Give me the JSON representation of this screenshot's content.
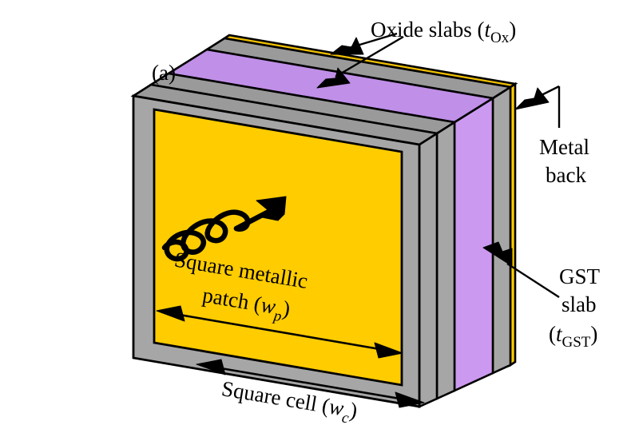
{
  "figure": {
    "panel_label": "(a)",
    "background_color": "#ffffff"
  },
  "colors": {
    "metal_patch_yellow": "#FFCC00",
    "metal_patch_yellow_top": "#F0BF00",
    "gst_purple": "#CC99F0",
    "gst_purple_top": "#C08FE8",
    "oxide_gray": "#A6A6A6",
    "oxide_gray_top": "#9A9A9A",
    "oxide_gray_dark": "#8F8F8F",
    "metal_back_yellow": "#FFCC00",
    "outline_black": "#000000"
  },
  "labels": {
    "oxide": {
      "line1": "Oxide slabs (",
      "symbol": "t",
      "subscript": "Ox",
      "close": ")",
      "full_text": "Oxide slabs (tOx)"
    },
    "metal_back": {
      "line1": "Metal",
      "line2": "back",
      "full_text": "Metal back"
    },
    "gst": {
      "line1": "GST",
      "line2": "slab",
      "open": "(",
      "symbol": "t",
      "subscript": "GST",
      "close": ")",
      "full_text": "GST slab (tGST)"
    },
    "patch": {
      "line1": "Square metallic",
      "line2_prefix": "patch (",
      "symbol": "w",
      "subscript": "p",
      "close": ")",
      "full_text": "Square metallic patch (wp)"
    },
    "cell": {
      "prefix": "Square cell (",
      "symbol": "w",
      "subscript": "c",
      "close": ")",
      "full_text": "Square cell (wc)"
    }
  },
  "annotations": {
    "incident_wave": "incident-wave-arrow",
    "patch_dimension": "double-headed-arrow-wp",
    "cell_dimension": "double-headed-arrow-wc"
  },
  "structure": {
    "layer_order": [
      "Square metallic patch",
      "Oxide slab",
      "GST slab",
      "Oxide slab",
      "Metal back"
    ]
  }
}
